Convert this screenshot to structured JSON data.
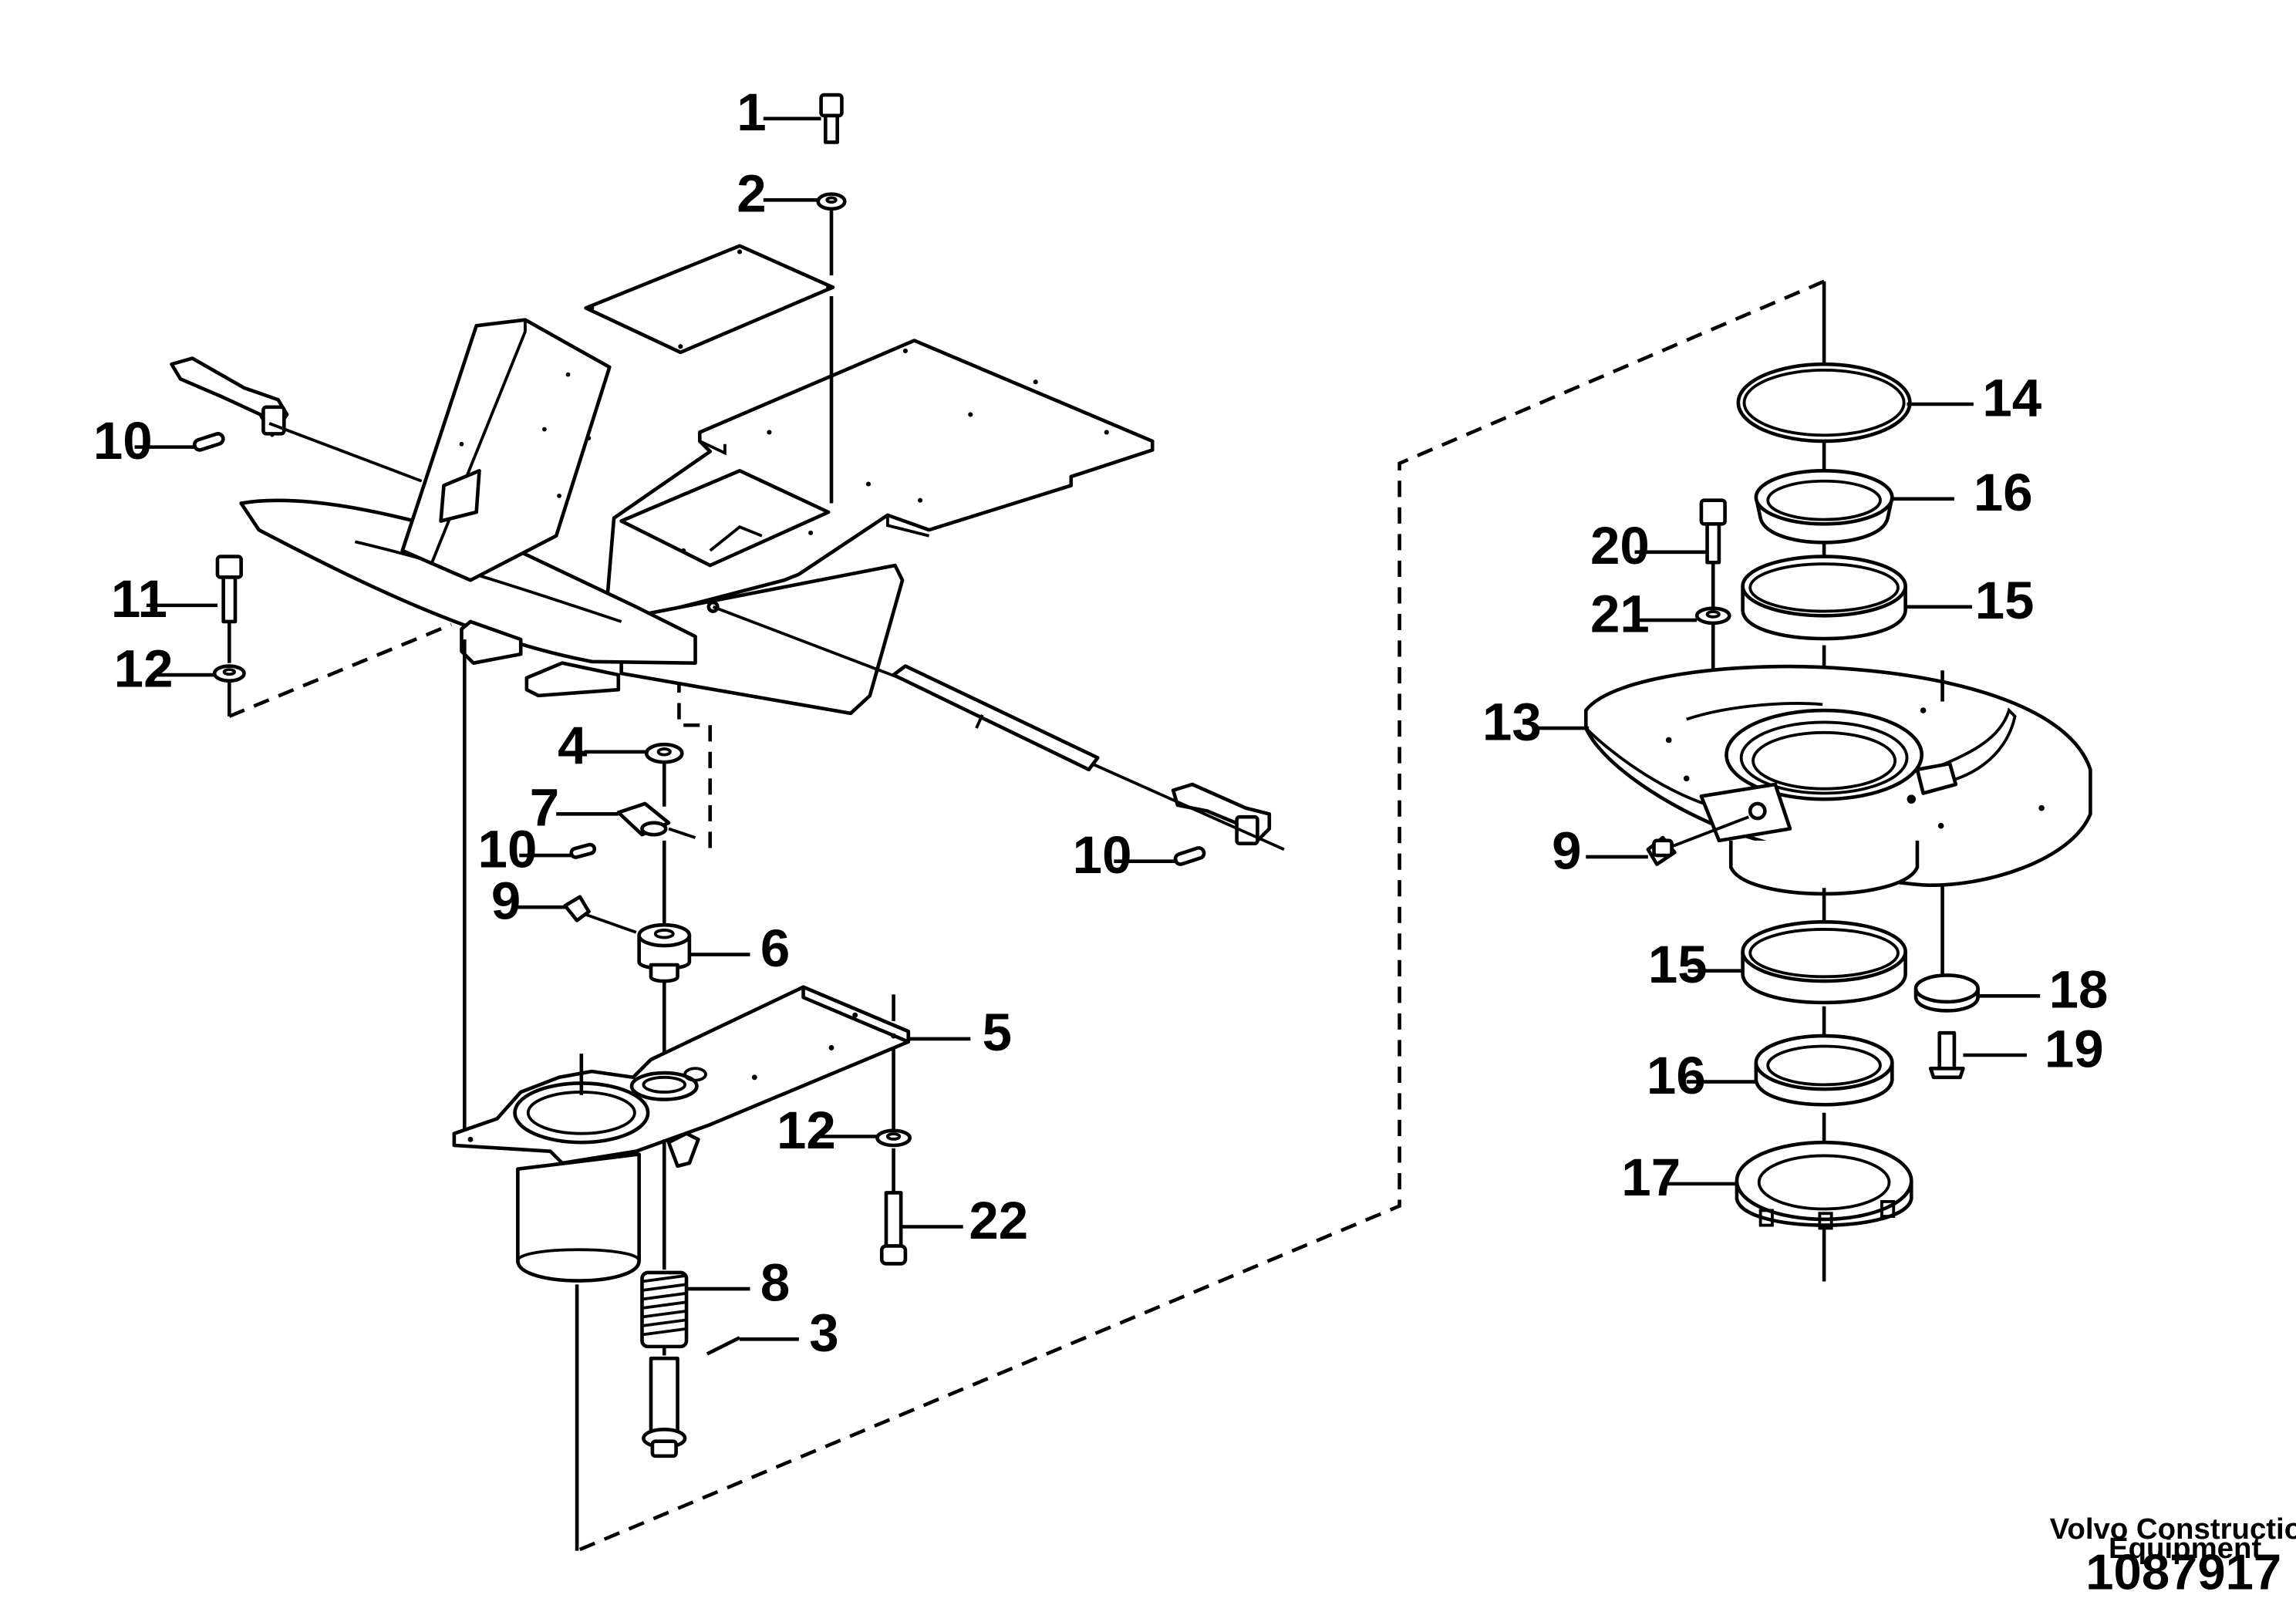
{
  "callouts": {
    "c1": "1",
    "c2": "2",
    "c3": "3",
    "c4": "4",
    "c5": "5",
    "c6": "6",
    "c7": "7",
    "c8": "8",
    "c9a": "9",
    "c9b": "9",
    "c10a": "10",
    "c10b": "10",
    "c10c": "10",
    "c11": "11",
    "c12a": "12",
    "c12b": "12",
    "c13": "13",
    "c14": "14",
    "c15a": "15",
    "c15b": "15",
    "c16a": "16",
    "c16b": "16",
    "c17": "17",
    "c18": "18",
    "c19": "19",
    "c20": "20",
    "c21": "21",
    "c22": "22"
  },
  "footer": {
    "maker_line1": "Volvo Construction",
    "maker_line2": "Equipment",
    "document_number": "1087917"
  }
}
